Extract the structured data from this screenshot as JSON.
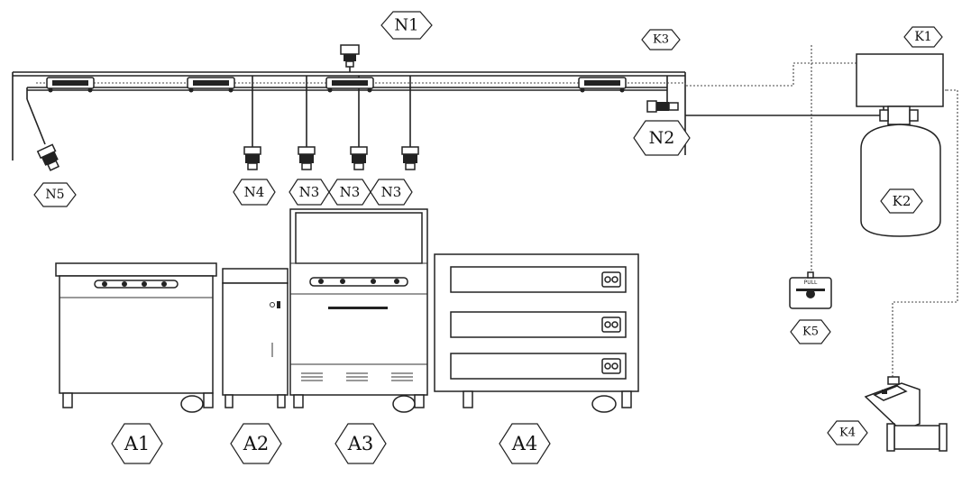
{
  "labels": {
    "N1": "N1",
    "N2": "N2",
    "N3": "N3",
    "N4": "N4",
    "N5": "N5",
    "K1": "K1",
    "K2": "K2",
    "K3": "K3",
    "K4": "K4",
    "K5": "K5",
    "A1": "A1",
    "A2": "A2",
    "A3": "A3",
    "A4": "A4"
  },
  "pull_station_text": "PULL"
}
